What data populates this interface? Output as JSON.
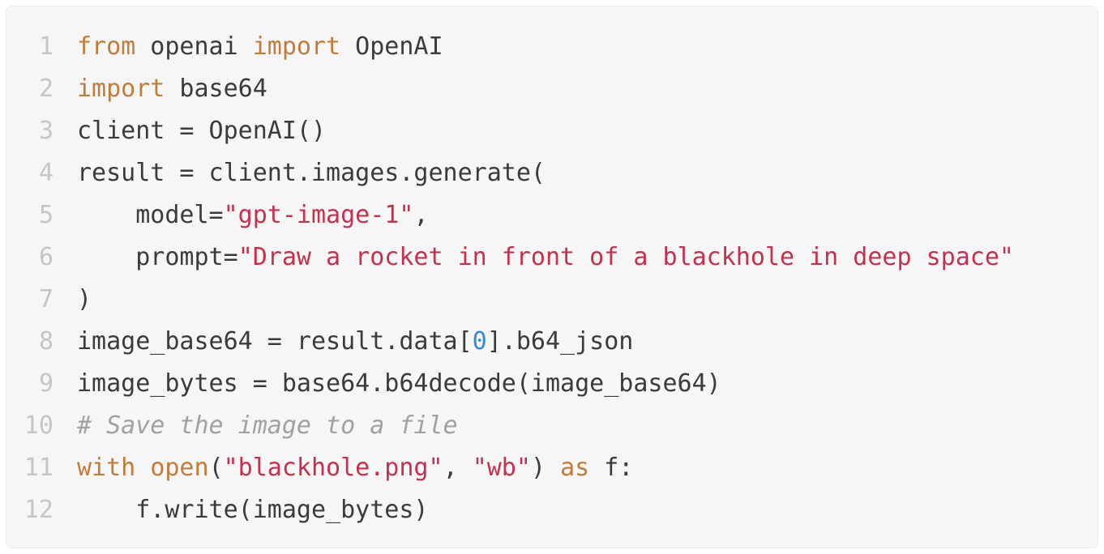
{
  "language": "python",
  "colors": {
    "panel_bg": "#f6f6f6",
    "panel_border": "#ebebeb",
    "line_number": "#c5c5c5",
    "plain": "#3b3b3b",
    "keyword": "#c17c3c",
    "string": "#c5304e",
    "number": "#3887d4",
    "comment": "#a1a1a1"
  },
  "code": {
    "lines": [
      {
        "number": "1",
        "tokens": [
          {
            "t": "from",
            "c": "k"
          },
          {
            "t": " openai ",
            "c": "p"
          },
          {
            "t": "import",
            "c": "k"
          },
          {
            "t": " OpenAI",
            "c": "p"
          }
        ]
      },
      {
        "number": "2",
        "tokens": [
          {
            "t": "import",
            "c": "k"
          },
          {
            "t": " base64",
            "c": "p"
          }
        ]
      },
      {
        "number": "3",
        "tokens": [
          {
            "t": "client = OpenAI()",
            "c": "p"
          }
        ]
      },
      {
        "number": "4",
        "tokens": [
          {
            "t": "result = client.images.generate(",
            "c": "p"
          }
        ]
      },
      {
        "number": "5",
        "tokens": [
          {
            "t": "    model=",
            "c": "p"
          },
          {
            "t": "\"gpt-image-1\"",
            "c": "s"
          },
          {
            "t": ",",
            "c": "p"
          }
        ]
      },
      {
        "number": "6",
        "tokens": [
          {
            "t": "    prompt=",
            "c": "p"
          },
          {
            "t": "\"Draw a rocket in front of a blackhole in deep space\"",
            "c": "s"
          }
        ]
      },
      {
        "number": "7",
        "tokens": [
          {
            "t": ")",
            "c": "p"
          }
        ]
      },
      {
        "number": "8",
        "tokens": [
          {
            "t": "image_base64 = result.data[",
            "c": "p"
          },
          {
            "t": "0",
            "c": "n"
          },
          {
            "t": "].b64_json",
            "c": "p"
          }
        ]
      },
      {
        "number": "9",
        "tokens": [
          {
            "t": "image_bytes = base64.b64decode(image_base64)",
            "c": "p"
          }
        ]
      },
      {
        "number": "10",
        "tokens": [
          {
            "t": "# Save the image to a file",
            "c": "c"
          }
        ]
      },
      {
        "number": "11",
        "tokens": [
          {
            "t": "with",
            "c": "k"
          },
          {
            "t": " ",
            "c": "p"
          },
          {
            "t": "open",
            "c": "k"
          },
          {
            "t": "(",
            "c": "p"
          },
          {
            "t": "\"blackhole.png\"",
            "c": "s"
          },
          {
            "t": ", ",
            "c": "p"
          },
          {
            "t": "\"wb\"",
            "c": "s"
          },
          {
            "t": ") ",
            "c": "p"
          },
          {
            "t": "as",
            "c": "k"
          },
          {
            "t": " f:",
            "c": "p"
          }
        ]
      },
      {
        "number": "12",
        "tokens": [
          {
            "t": "    f.write(image_bytes)",
            "c": "p"
          }
        ]
      }
    ]
  }
}
